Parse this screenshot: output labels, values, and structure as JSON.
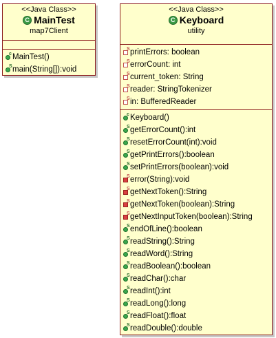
{
  "classes": {
    "main_test": {
      "stereotype": "<<Java Class>>",
      "name": "MainTest",
      "package": "map7Client",
      "fields": [],
      "methods": [
        {
          "text": "MainTest()",
          "visibility": "public",
          "modifier": "c"
        },
        {
          "text": "main(String[]):void",
          "visibility": "public",
          "modifier": "S"
        }
      ]
    },
    "keyboard": {
      "stereotype": "<<Java Class>>",
      "name": "Keyboard",
      "package": "utility",
      "fields": [
        {
          "text": "printErrors: boolean",
          "visibility": "private",
          "modifier": "S"
        },
        {
          "text": "errorCount: int",
          "visibility": "private",
          "modifier": "S"
        },
        {
          "text": "current_token: String",
          "visibility": "private",
          "modifier": "S"
        },
        {
          "text": "reader: StringTokenizer",
          "visibility": "private",
          "modifier": "S"
        },
        {
          "text": "in: BufferedReader",
          "visibility": "private",
          "modifier": "S"
        }
      ],
      "methods": [
        {
          "text": "Keyboard()",
          "visibility": "public",
          "modifier": "c"
        },
        {
          "text": "getErrorCount():int",
          "visibility": "public",
          "modifier": "S"
        },
        {
          "text": "resetErrorCount(int):void",
          "visibility": "public",
          "modifier": "S"
        },
        {
          "text": "getPrintErrors():boolean",
          "visibility": "public",
          "modifier": "S"
        },
        {
          "text": "setPrintErrors(boolean):void",
          "visibility": "public",
          "modifier": "S"
        },
        {
          "text": "error(String):void",
          "visibility": "private",
          "modifier": "S"
        },
        {
          "text": "getNextToken():String",
          "visibility": "private",
          "modifier": "S"
        },
        {
          "text": "getNextToken(boolean):String",
          "visibility": "private",
          "modifier": "S"
        },
        {
          "text": "getNextInputToken(boolean):String",
          "visibility": "private",
          "modifier": "S"
        },
        {
          "text": "endOfLine():boolean",
          "visibility": "public",
          "modifier": "S"
        },
        {
          "text": "readString():String",
          "visibility": "public",
          "modifier": "S"
        },
        {
          "text": "readWord():String",
          "visibility": "public",
          "modifier": "S"
        },
        {
          "text": "readBoolean():boolean",
          "visibility": "public",
          "modifier": "S"
        },
        {
          "text": "readChar():char",
          "visibility": "public",
          "modifier": "S"
        },
        {
          "text": "readInt():int",
          "visibility": "public",
          "modifier": "S"
        },
        {
          "text": "readLong():long",
          "visibility": "public",
          "modifier": "S"
        },
        {
          "text": "readFloat():float",
          "visibility": "public",
          "modifier": "S"
        },
        {
          "text": "readDouble():double",
          "visibility": "public",
          "modifier": "S"
        }
      ]
    }
  },
  "icons": {
    "class_icon": "class-icon",
    "class_icon_glyph": "C",
    "public_member": "public-member-icon",
    "private_field": "private-field-icon",
    "private_method": "private-method-icon"
  },
  "colors": {
    "box_fill": "#ffffcc",
    "box_border": "#8b1a1a",
    "public_green": "#3ca84e",
    "private_red": "#d94040"
  }
}
